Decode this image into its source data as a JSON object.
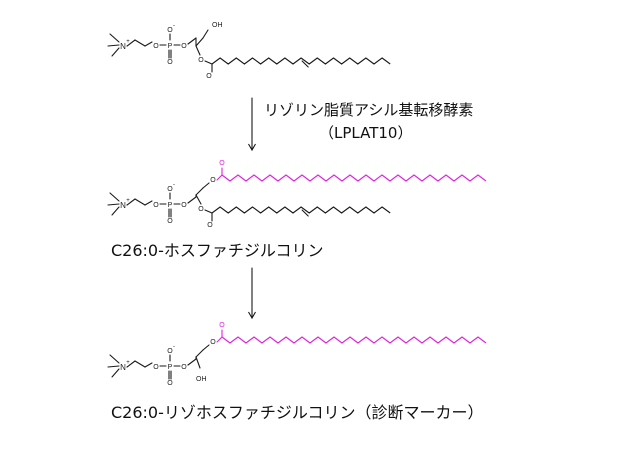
{
  "reaction": {
    "enzyme_name": "リゾリン脂質アシル基転移酵素",
    "enzyme_abbrev": "（LPLAT10）"
  },
  "molecules": {
    "product1_name": "C26:0-ホスファチジルコリン",
    "product2_name": "C26:0-リゾホスファチジルコリン（診断マーカー）"
  },
  "atom_labels": {
    "nitrogen": "N",
    "plus": "+",
    "oxygen": "O",
    "oxide": "O",
    "minus": "-",
    "phosphorus": "P",
    "hydroxyl": "OH"
  },
  "colors": {
    "highlight_chain": "#e020e0",
    "structure": "#1a1a1a"
  }
}
